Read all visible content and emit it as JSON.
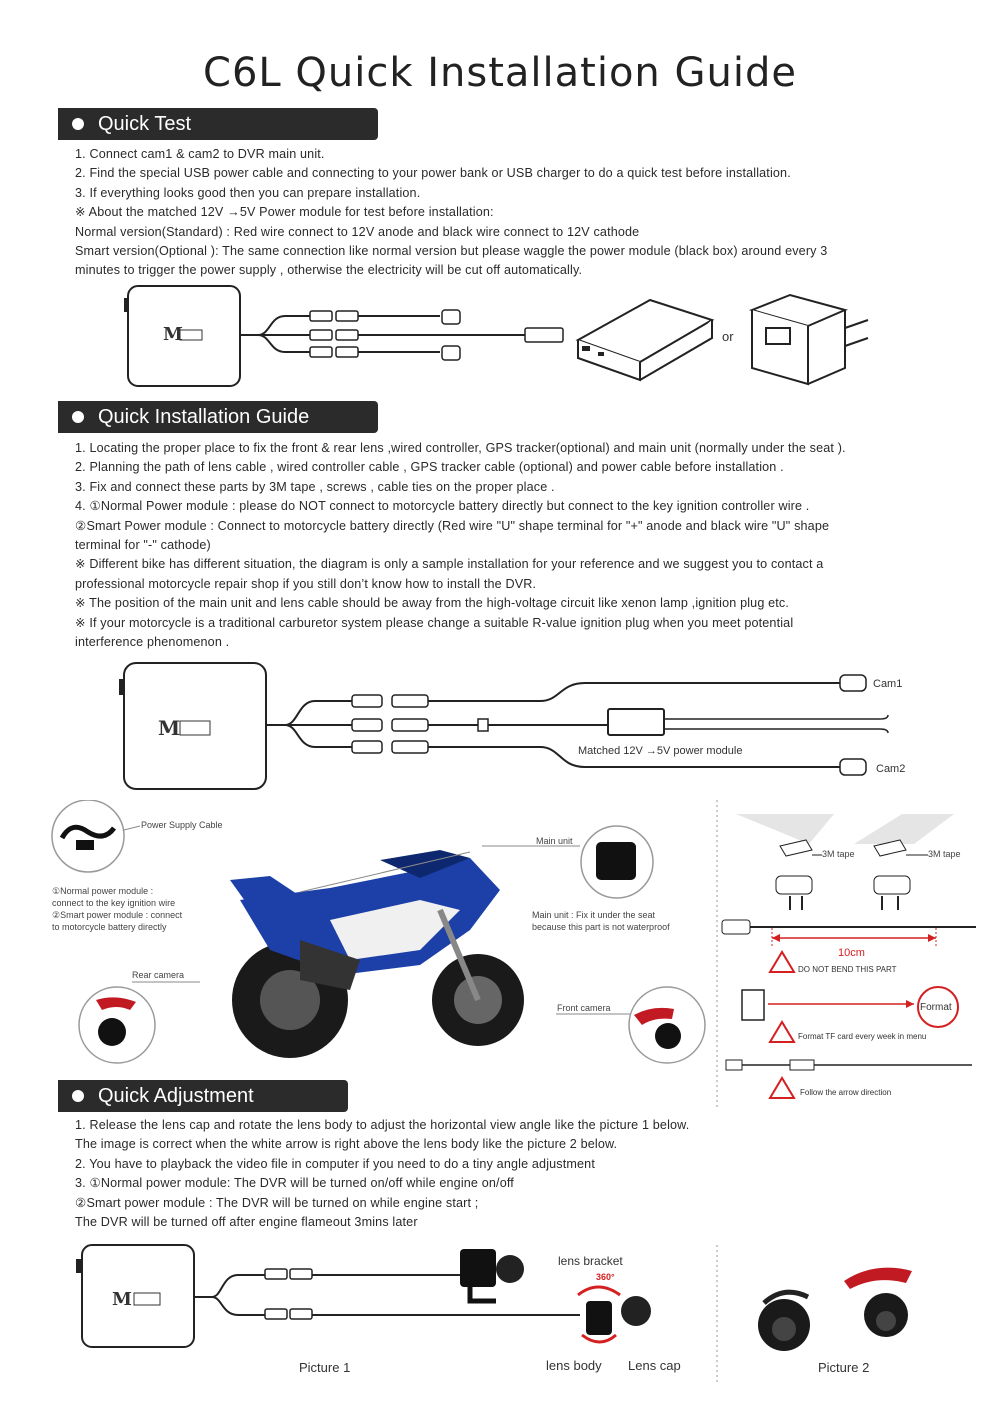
{
  "title": "C6L Quick Installation Guide",
  "quick_test": {
    "heading": "Quick Test",
    "lines": [
      "1.  Connect cam1 & cam2 to DVR main unit.",
      "2.  Find the special USB power cable and connecting to your power bank or USB charger to do a quick test before installation.",
      "3.  If everything looks good then you can prepare installation.",
      "※ About the matched 12V →5V Power module for test before installation:",
      "Normal version(Standard) : Red wire connect to 12V anode and black wire connect to 12V cathode",
      "Smart version(Optional ): The same connection like normal version but please waggle the power module (black box) around every 3",
      "minutes to trigger the power supply , otherwise the electricity will be cut off automatically."
    ],
    "or_label": "or",
    "dvr_logo": "M"
  },
  "install": {
    "heading": "Quick Installation Guide",
    "lines": [
      "1.  Locating the proper place to fix the front & rear lens ,wired controller, GPS tracker(optional) and main unit (normally under the seat ).",
      "2.  Planning the path of lens cable , wired controller cable , GPS tracker cable (optional) and power cable before installation .",
      "3.  Fix and connect these parts by 3M tape , screws , cable ties on the proper place .",
      "4.  ①Normal Power module :   please do NOT connect to motorcycle battery directly but connect to the key ignition controller wire .",
      "      ②Smart Power module : Connect to motorcycle battery directly (Red wire \"U\" shape terminal for \"+\" anode and black wire \"U\" shape",
      "terminal for \"-\" cathode)",
      "※ Different bike has different situation, the diagram is only a sample installation for your reference and we suggest you to contact a",
      "professional motorcycle repair shop if you still don’t know how to install the DVR.",
      "※ The position of the main unit and lens cable should be away from the high-voltage circuit like xenon lamp ,ignition plug etc.",
      "※ If your motorcycle is a traditional carburetor system please change a suitable R-value ignition plug when you meet potential",
      "interference phenomenon ."
    ],
    "cam1": "Cam1",
    "cam2": "Cam2",
    "power_module": "Matched 12V →5V power module",
    "power_supply_cable": "Power Supply Cable",
    "power_notes": [
      "①Normal power module :",
      "connect to the key ignition wire",
      "②Smart power module : connect",
      "to motorcycle battery directly"
    ],
    "rear_camera": "Rear camera",
    "main_unit": "Main unit",
    "main_unit_note": [
      "Main unit : Fix it under the seat",
      "because this part is not waterproof"
    ],
    "front_camera": "Front camera",
    "tape_label": "3M tape",
    "distance": "10cm",
    "no_bend": "DO NOT BEND THIS PART",
    "format_btn": "Format",
    "format_note": "Format TF card every week in menu",
    "arrow_note": "Follow the arrow direction"
  },
  "adjust": {
    "heading": "Quick Adjustment",
    "lines": [
      "1.  Release the lens cap and rotate the lens body to adjust the horizontal view angle like the picture 1 below.",
      "      The image is correct when the white arrow is right above the lens body like the picture 2 below.",
      "2.  You have to playback the video file in computer if you need to do a tiny angle adjustment",
      "3.  ①Normal power module: The DVR will be turned on/off while engine on/off",
      "      ②Smart power module : The DVR will be turned on while engine start ;",
      "      The DVR will be turned off after engine flameout 3mins later"
    ],
    "lens_bracket": "lens bracket",
    "rotation": "360°",
    "lens_body": "lens body",
    "lens_cap": "Lens cap",
    "picture1": "Picture 1",
    "picture2": "Picture 2"
  },
  "colors": {
    "header_bg": "#2b2b2b",
    "accent_red": "#d42020",
    "motorcycle_blue": "#1c3fa8"
  }
}
